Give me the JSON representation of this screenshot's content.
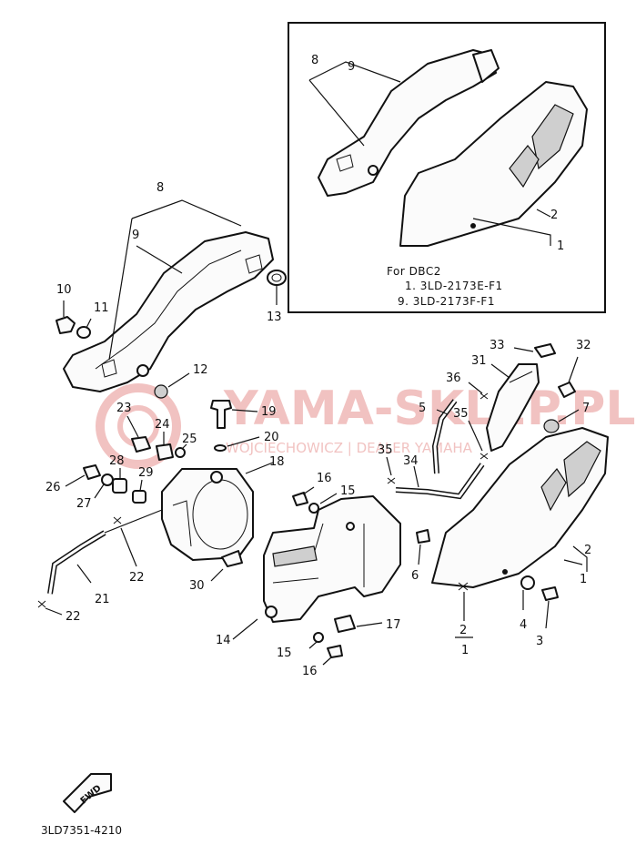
{
  "inset": {
    "heading": "For DBC2",
    "line1": "1. 3LD-2173E-F1",
    "line2": "9. 3LD-2173F-F1"
  },
  "watermark": {
    "main": "YAMA-SKLEP.PL",
    "sub": "WOJCIECHOWICZ | DEALER YAMAHA",
    "color": "#d9534f"
  },
  "fwd_label": "FWD",
  "diagram_code": "3LD7351-4210",
  "callouts": {
    "c1a": "1",
    "c1b": "1",
    "c1c": "1",
    "c2a": "2",
    "c2b": "2",
    "c2c": "2",
    "c3": "3",
    "c4": "4",
    "c5": "5",
    "c6": "6",
    "c7": "7",
    "c8a": "8",
    "c8b": "8",
    "c9a": "9",
    "c9b": "9",
    "c10": "10",
    "c11": "11",
    "c12": "12",
    "c13": "13",
    "c14": "14",
    "c15a": "15",
    "c15b": "15",
    "c16a": "16",
    "c16b": "16",
    "c17": "17",
    "c18": "18",
    "c19": "19",
    "c20": "20",
    "c21": "21",
    "c22a": "22",
    "c22b": "22",
    "c23": "23",
    "c24": "24",
    "c25": "25",
    "c26": "26",
    "c27": "27",
    "c28": "28",
    "c29": "29",
    "c30": "30",
    "c31": "31",
    "c32": "32",
    "c33": "33",
    "c34": "34",
    "c35a": "35",
    "c35b": "35",
    "c36": "36"
  }
}
